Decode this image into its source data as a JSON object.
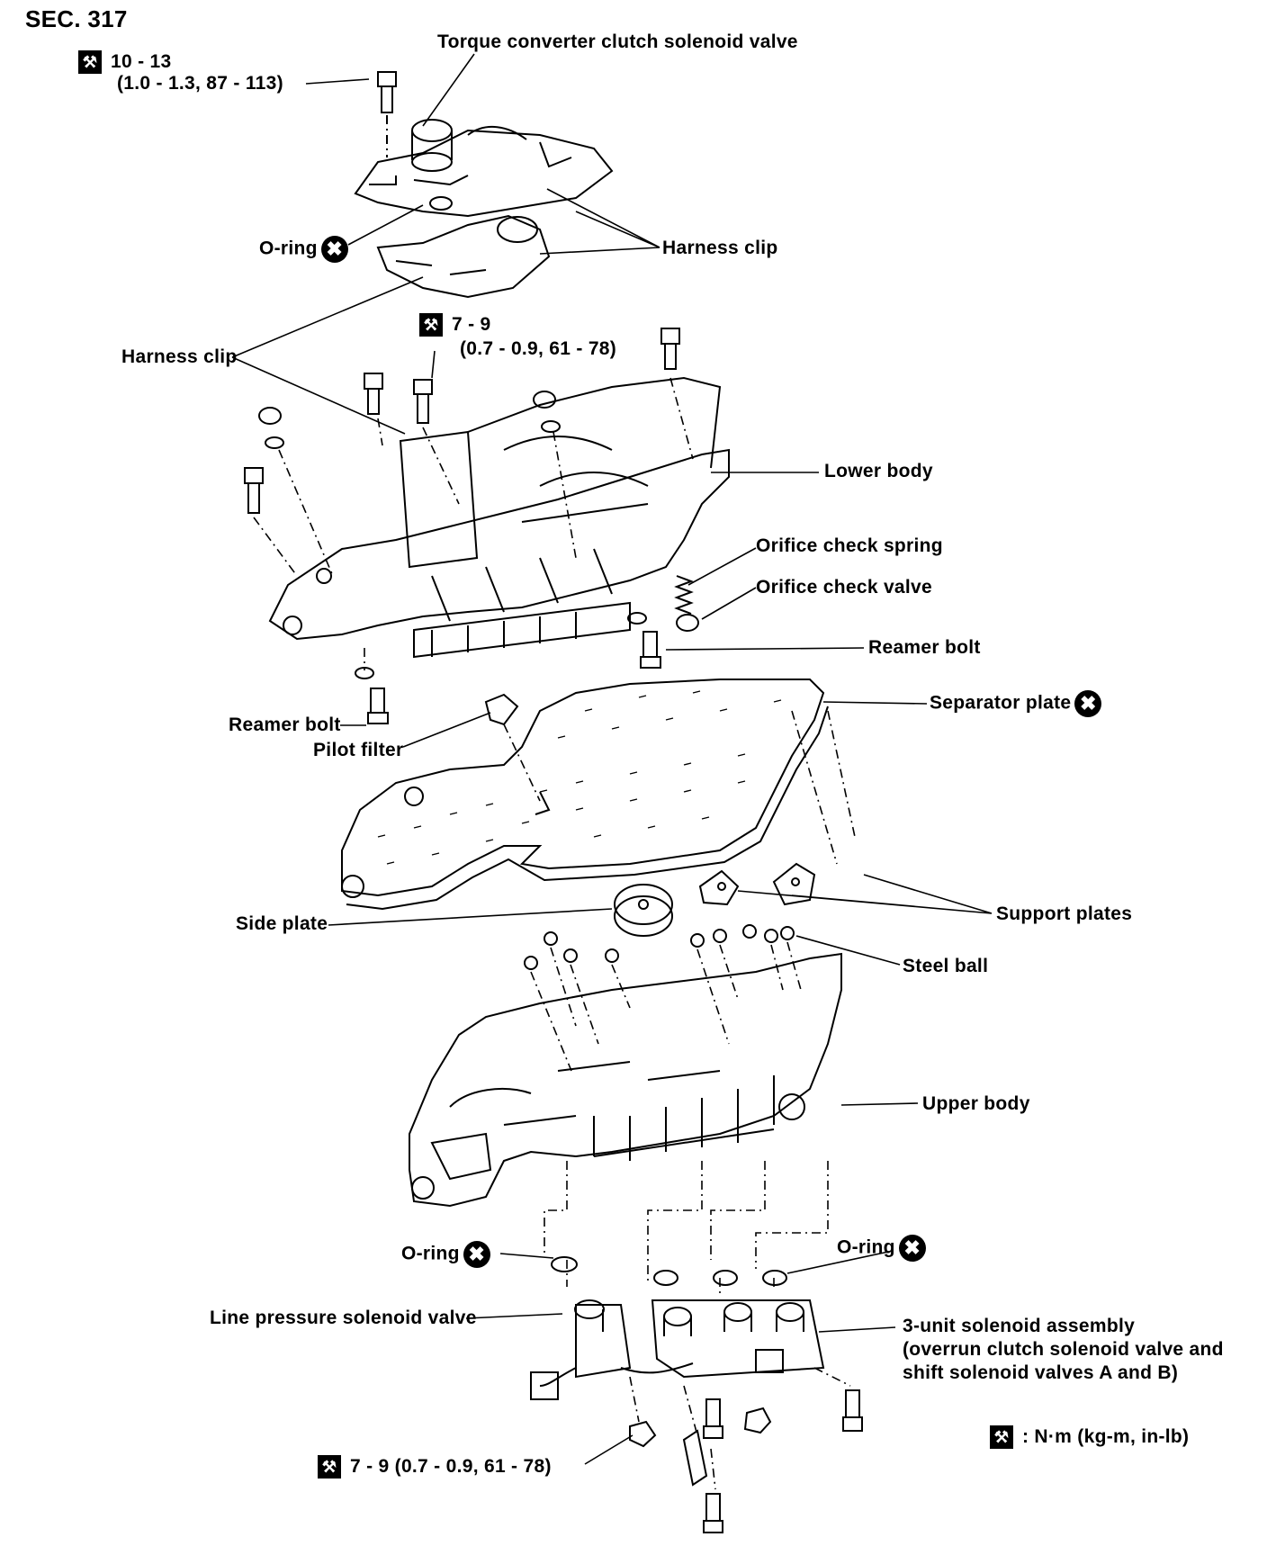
{
  "section": "SEC. 317",
  "torques": {
    "top": {
      "line1": "10 - 13",
      "line2": "(1.0 - 1.3, 87 - 113)"
    },
    "mid": {
      "line1": "7 - 9",
      "line2": "(0.7 - 0.9, 61 - 78)"
    },
    "bottom": "7 - 9 (0.7 - 0.9, 61 - 78)"
  },
  "labels": {
    "torque_converter": "Torque converter clutch solenoid valve",
    "oring_top": "O-ring",
    "harness_clip_right": "Harness clip",
    "harness_clip_left": "Harness clip",
    "lower_body": "Lower body",
    "orifice_spring": "Orifice check spring",
    "orifice_valve": "Orifice check valve",
    "reamer_bolt_right": "Reamer bolt",
    "separator_plate": "Separator plate",
    "reamer_bolt_left": "Reamer bolt",
    "pilot_filter": "Pilot filter",
    "support_plates": "Support plates",
    "side_plate": "Side plate",
    "steel_ball": "Steel ball",
    "upper_body": "Upper body",
    "oring_left": "O-ring",
    "oring_right": "O-ring",
    "line_pressure": "Line pressure solenoid valve",
    "three_unit_1": "3-unit solenoid assembly",
    "three_unit_2": "(overrun clutch solenoid valve and",
    "three_unit_3": "shift solenoid valves A and B)"
  },
  "legend": ": N·m (kg-m, in-lb)",
  "symbols": {
    "torque_icon": "torque-wrench-icon",
    "replace_icon": "do-not-reuse-x-icon"
  }
}
